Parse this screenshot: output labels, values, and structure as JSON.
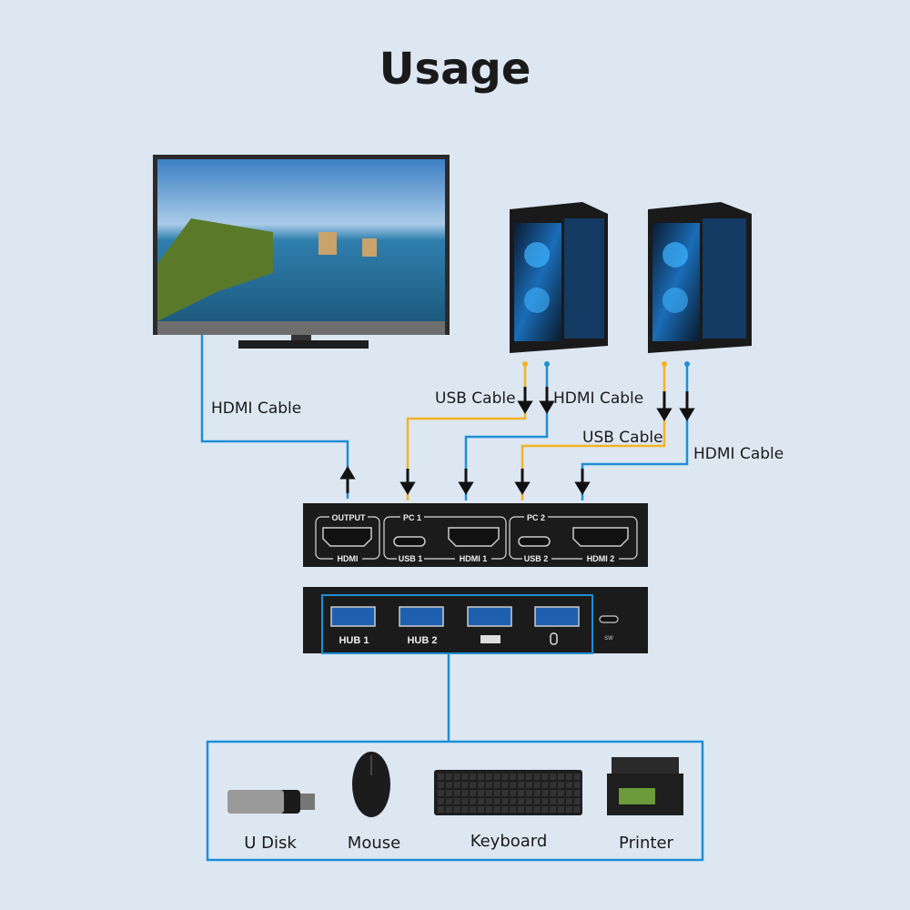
{
  "title": "Usage",
  "cables": {
    "tv_hdmi": "HDMI Cable",
    "pc1_usb": "USB Cable",
    "pc1_hdmi": "HDMI Cable",
    "pc2_usb": "USB Cable",
    "pc2_hdmi": "HDMI Cable"
  },
  "switch_back": {
    "output_group": "OUTPUT",
    "output_port": "HDMI",
    "pc1_group": "PC 1",
    "pc1_usb": "USB 1",
    "pc1_hdmi": "HDMI 1",
    "pc2_group": "PC 2",
    "pc2_usb": "USB 2",
    "pc2_hdmi": "HDMI 2"
  },
  "switch_front": {
    "hub1": "HUB 1",
    "hub2": "HUB 2",
    "sw": "SW"
  },
  "devices": [
    "U Disk",
    "Mouse",
    "Keyboard",
    "Printer"
  ],
  "colors": {
    "hdmi_line": "#1d8fd6",
    "usb_line": "#f4b223",
    "background": "#dde7f2"
  }
}
